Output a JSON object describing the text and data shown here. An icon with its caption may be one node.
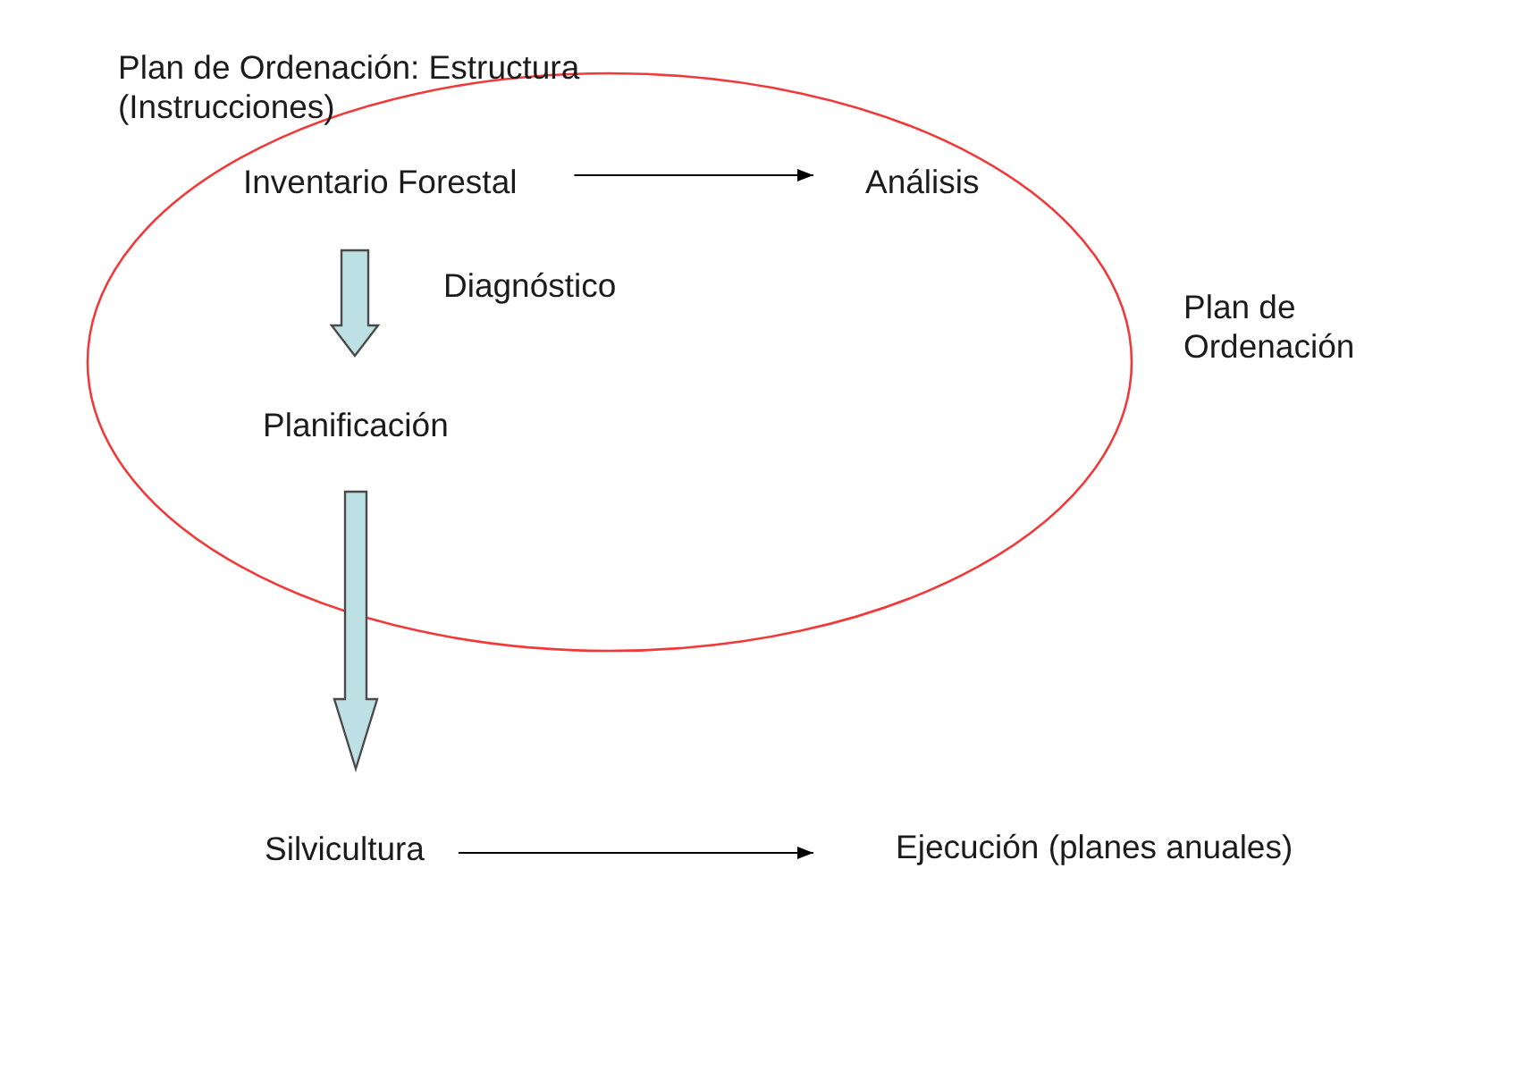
{
  "diagram": {
    "title": "Plan de Ordenación: Estructura (Instrucciones)",
    "nodes": [
      {
        "text": [],
        "shape": "ellipse",
        "beside": [
          "Plan de Ordenación"
        ]
      },
      {
        "text": [
          "Inventario Forestal"
        ],
        "in": 0
      },
      {
        "text": [
          "Análisis"
        ],
        "in": 0
      },
      {
        "text": [
          "Planificación"
        ],
        "in": 0
      },
      {
        "text": [
          "Silvicultura"
        ]
      },
      {
        "text": [
          "Ejecución (planes anuales)"
        ]
      }
    ],
    "edges": [
      {
        "from": 1,
        "to": 2,
        "arrow": "to"
      },
      {
        "from": 1,
        "to": 3,
        "arrow": "to",
        "label": "Diagnóstico",
        "style": "thick"
      },
      {
        "from": 3,
        "to": 4,
        "arrow": "to",
        "style": "thick"
      },
      {
        "from": 4,
        "to": 5,
        "arrow": "to"
      }
    ]
  }
}
